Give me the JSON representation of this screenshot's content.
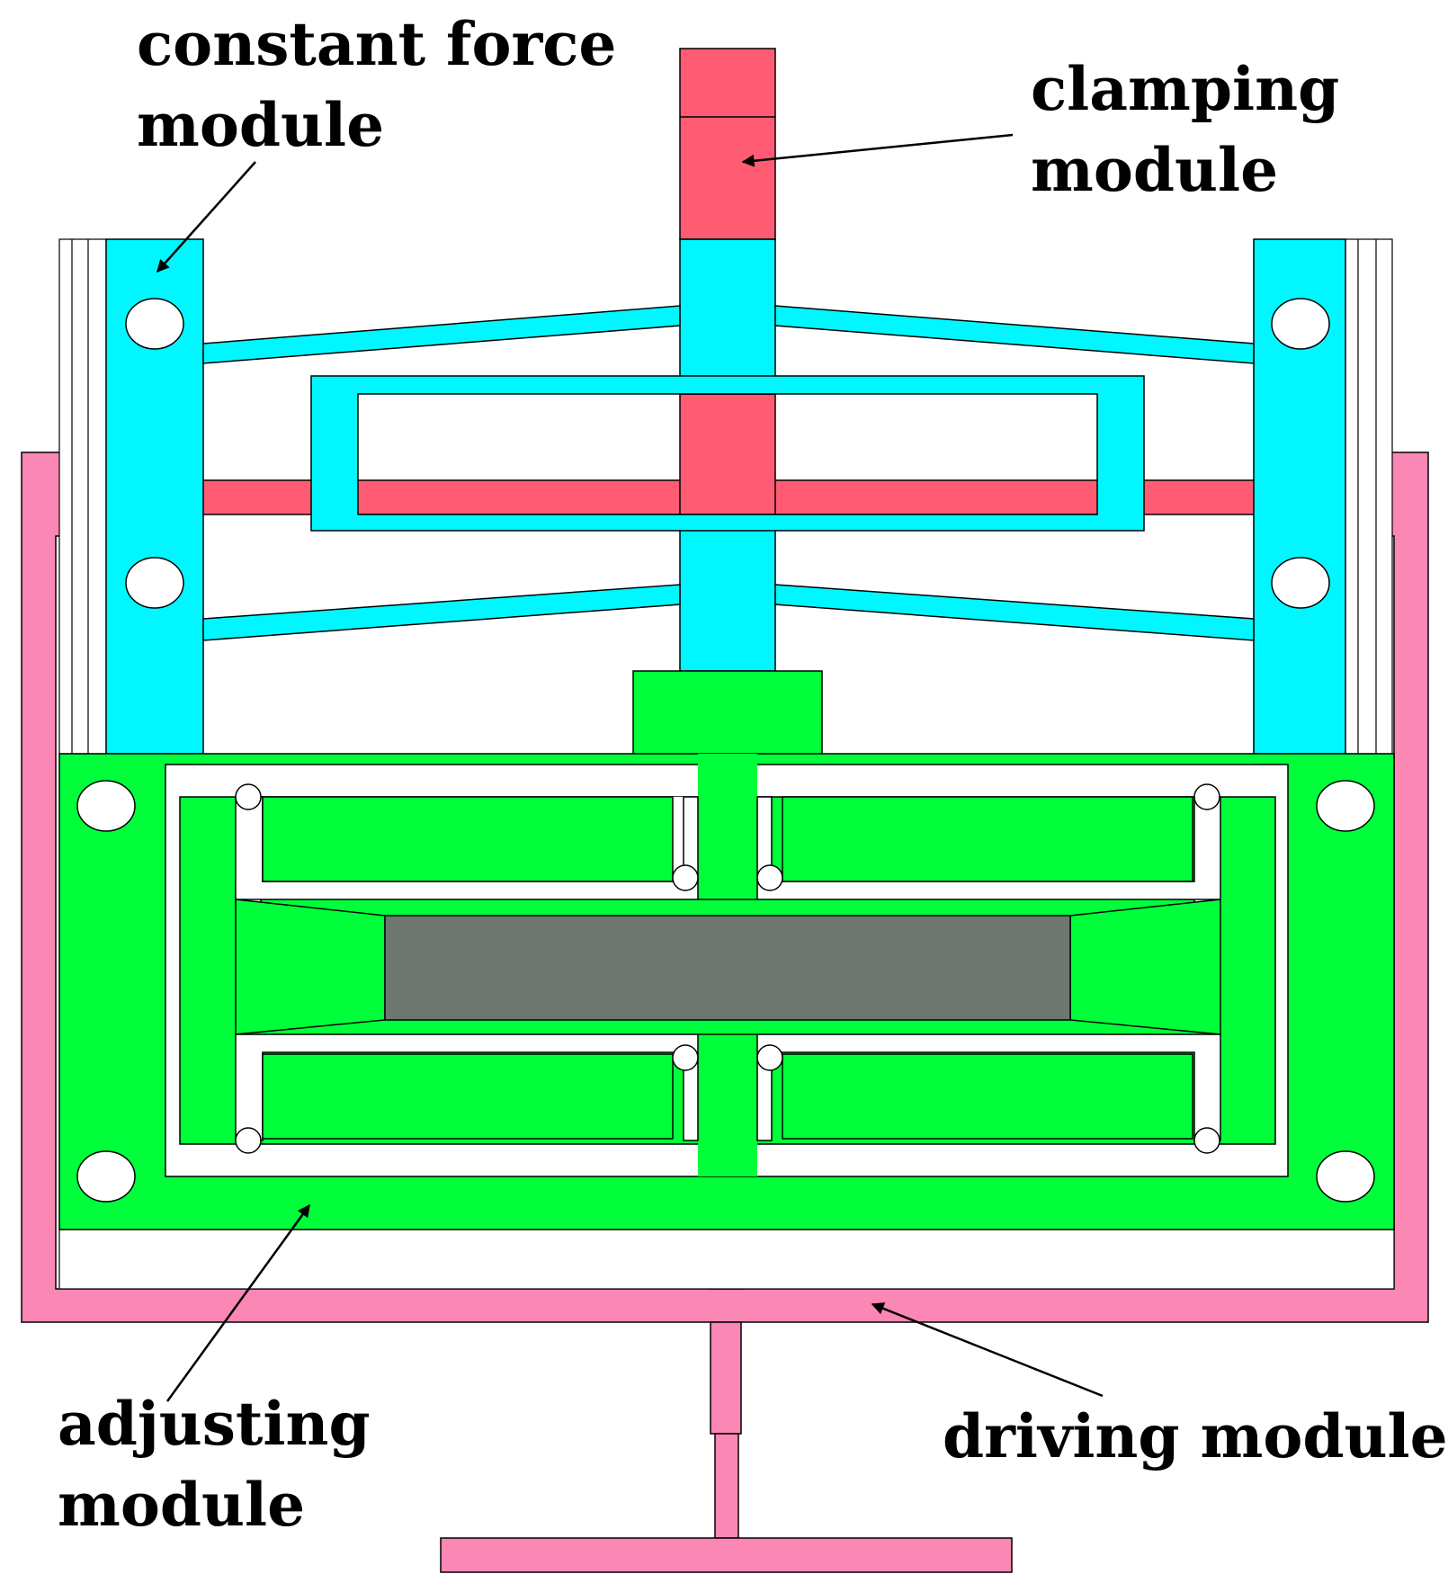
{
  "labels": {
    "constant_force": [
      "constant force",
      "module"
    ],
    "clamping": [
      "clamping",
      "module"
    ],
    "adjusting": [
      "adjusting",
      "module"
    ],
    "driving": [
      "driving module"
    ]
  },
  "colors": {
    "constant_force_module": "#00f7ff",
    "clamping_module": "#ff5c73",
    "adjusting_module": "#00ff3a",
    "driving_module": "#fa87b4",
    "specimen": "#6e7670",
    "outline": "#000000",
    "background": "#ffffff"
  }
}
